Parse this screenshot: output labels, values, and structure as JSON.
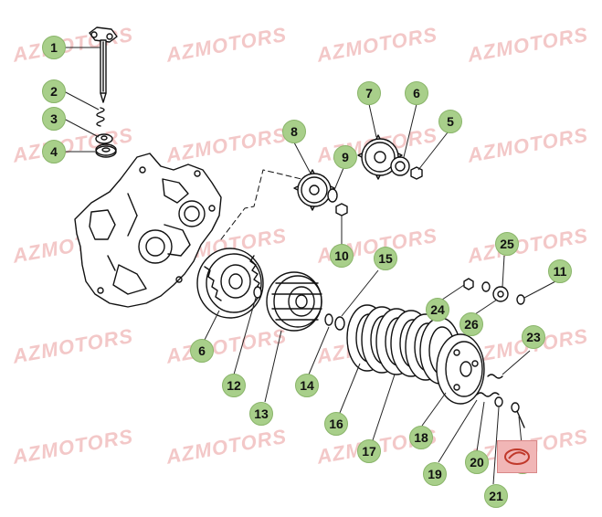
{
  "watermark": "AZMOTORS",
  "watermark_color": "#f3c8c8",
  "callout_color": "#a8cf8a",
  "logo_icon": "az-brand-logo-icon",
  "callouts": [
    "1",
    "2",
    "3",
    "4",
    "5",
    "6",
    "7",
    "8",
    "9",
    "10",
    "11",
    "12",
    "13",
    "14",
    "15",
    "16",
    "17",
    "18",
    "19",
    "20",
    "21",
    "22",
    "23",
    "24",
    "25",
    "26"
  ]
}
